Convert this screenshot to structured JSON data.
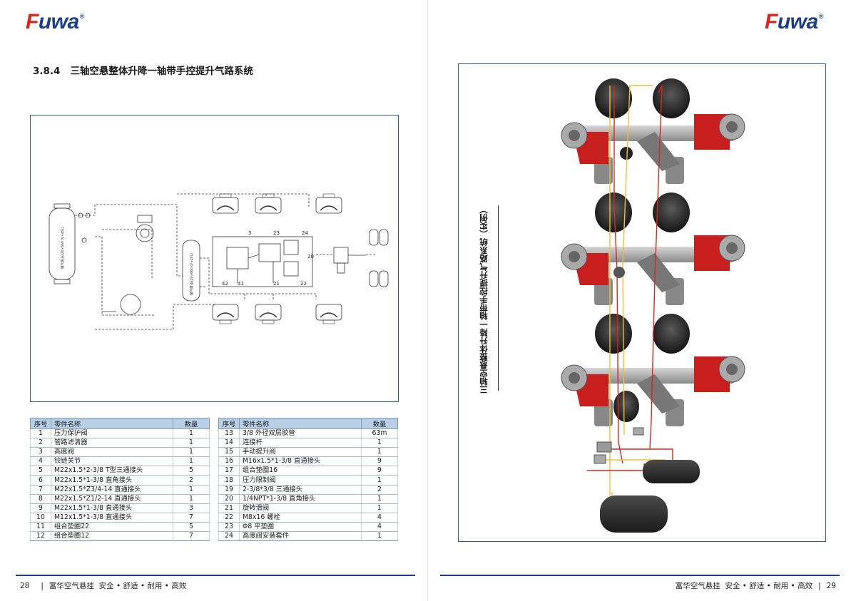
{
  "brand": {
    "name_f": "F",
    "name_rest": "uwa",
    "reg": "®"
  },
  "section": {
    "number": "3.8.4",
    "title": "三轴空悬整体升降一轴带手控提升气路系统"
  },
  "diagram_labels": {
    "ports": [
      "3",
      "23",
      "24",
      "20",
      "21",
      "22",
      "42",
      "41"
    ],
    "tank_left_text": "储气筒 ϕ320×660 (V≈45L)",
    "tank_mid_text": "储气筒 ϕ220×660 (V≈20L)"
  },
  "photo": {
    "vertical_title": "三轴空悬整体升降一轴带手控提升气路系统（实例）"
  },
  "parts_table": {
    "headers": {
      "no": "序号",
      "name": "零件名称",
      "qty": "数量"
    },
    "left": [
      {
        "no": "1",
        "name": "压力保护阀",
        "qty": "1"
      },
      {
        "no": "2",
        "name": "管路滤清器",
        "qty": "1"
      },
      {
        "no": "3",
        "name": "高度阀",
        "qty": "1"
      },
      {
        "no": "4",
        "name": "铰链关节",
        "qty": "1"
      },
      {
        "no": "5",
        "name": "M22x1.5*2-3/8 T型三通接头",
        "qty": "5"
      },
      {
        "no": "6",
        "name": "M22x1.5*1-3/8 直角接头",
        "qty": "2"
      },
      {
        "no": "7",
        "name": "M22x1.5*Z3/4-14 直通接头",
        "qty": "1"
      },
      {
        "no": "8",
        "name": "M22x1.5*Z1/2-14 直通接头",
        "qty": "1"
      },
      {
        "no": "9",
        "name": "M22x1.5*1-3/8 直通接头",
        "qty": "3"
      },
      {
        "no": "10",
        "name": "M12x1.5*1-3/8 直通接头",
        "qty": "7"
      },
      {
        "no": "11",
        "name": "组合垫圈22",
        "qty": "5"
      },
      {
        "no": "12",
        "name": "组合垫圈12",
        "qty": "7"
      }
    ],
    "right": [
      {
        "no": "13",
        "name": "3/8 外径双层胶管",
        "qty": "63m"
      },
      {
        "no": "14",
        "name": "连接杆",
        "qty": "1"
      },
      {
        "no": "15",
        "name": "手动提升阀",
        "qty": "1"
      },
      {
        "no": "16",
        "name": "M16x1.5*1-3/8 直通接头",
        "qty": "9"
      },
      {
        "no": "17",
        "name": "组合垫圈16",
        "qty": "9"
      },
      {
        "no": "18",
        "name": "压力限制阀",
        "qty": "1"
      },
      {
        "no": "19",
        "name": "2-3/8*3/8 三通接头",
        "qty": "2"
      },
      {
        "no": "20",
        "name": "1/4NPT*1-3/8 直角接头",
        "qty": "1"
      },
      {
        "no": "21",
        "name": "旋转滑阀",
        "qty": "1"
      },
      {
        "no": "22",
        "name": "M8x16 螺栓",
        "qty": "4"
      },
      {
        "no": "23",
        "name": "Φ8 平垫圈",
        "qty": "4"
      },
      {
        "no": "24",
        "name": "高度阀安装套件",
        "qty": "1"
      }
    ]
  },
  "footer": {
    "left_page": "28",
    "right_page": "29",
    "sep": "|",
    "company": "富华空气悬挂",
    "slogan": "安全 • 舒适 • 耐用 • 高效"
  },
  "colors": {
    "brand_blue": "#1b3f8f",
    "brand_red": "#d8261c",
    "frame_blue": "#2a5a8f",
    "table_header": "#b9cfe6",
    "pipe_red": "#d8261c",
    "pipe_yellow": "#e8c23a"
  }
}
